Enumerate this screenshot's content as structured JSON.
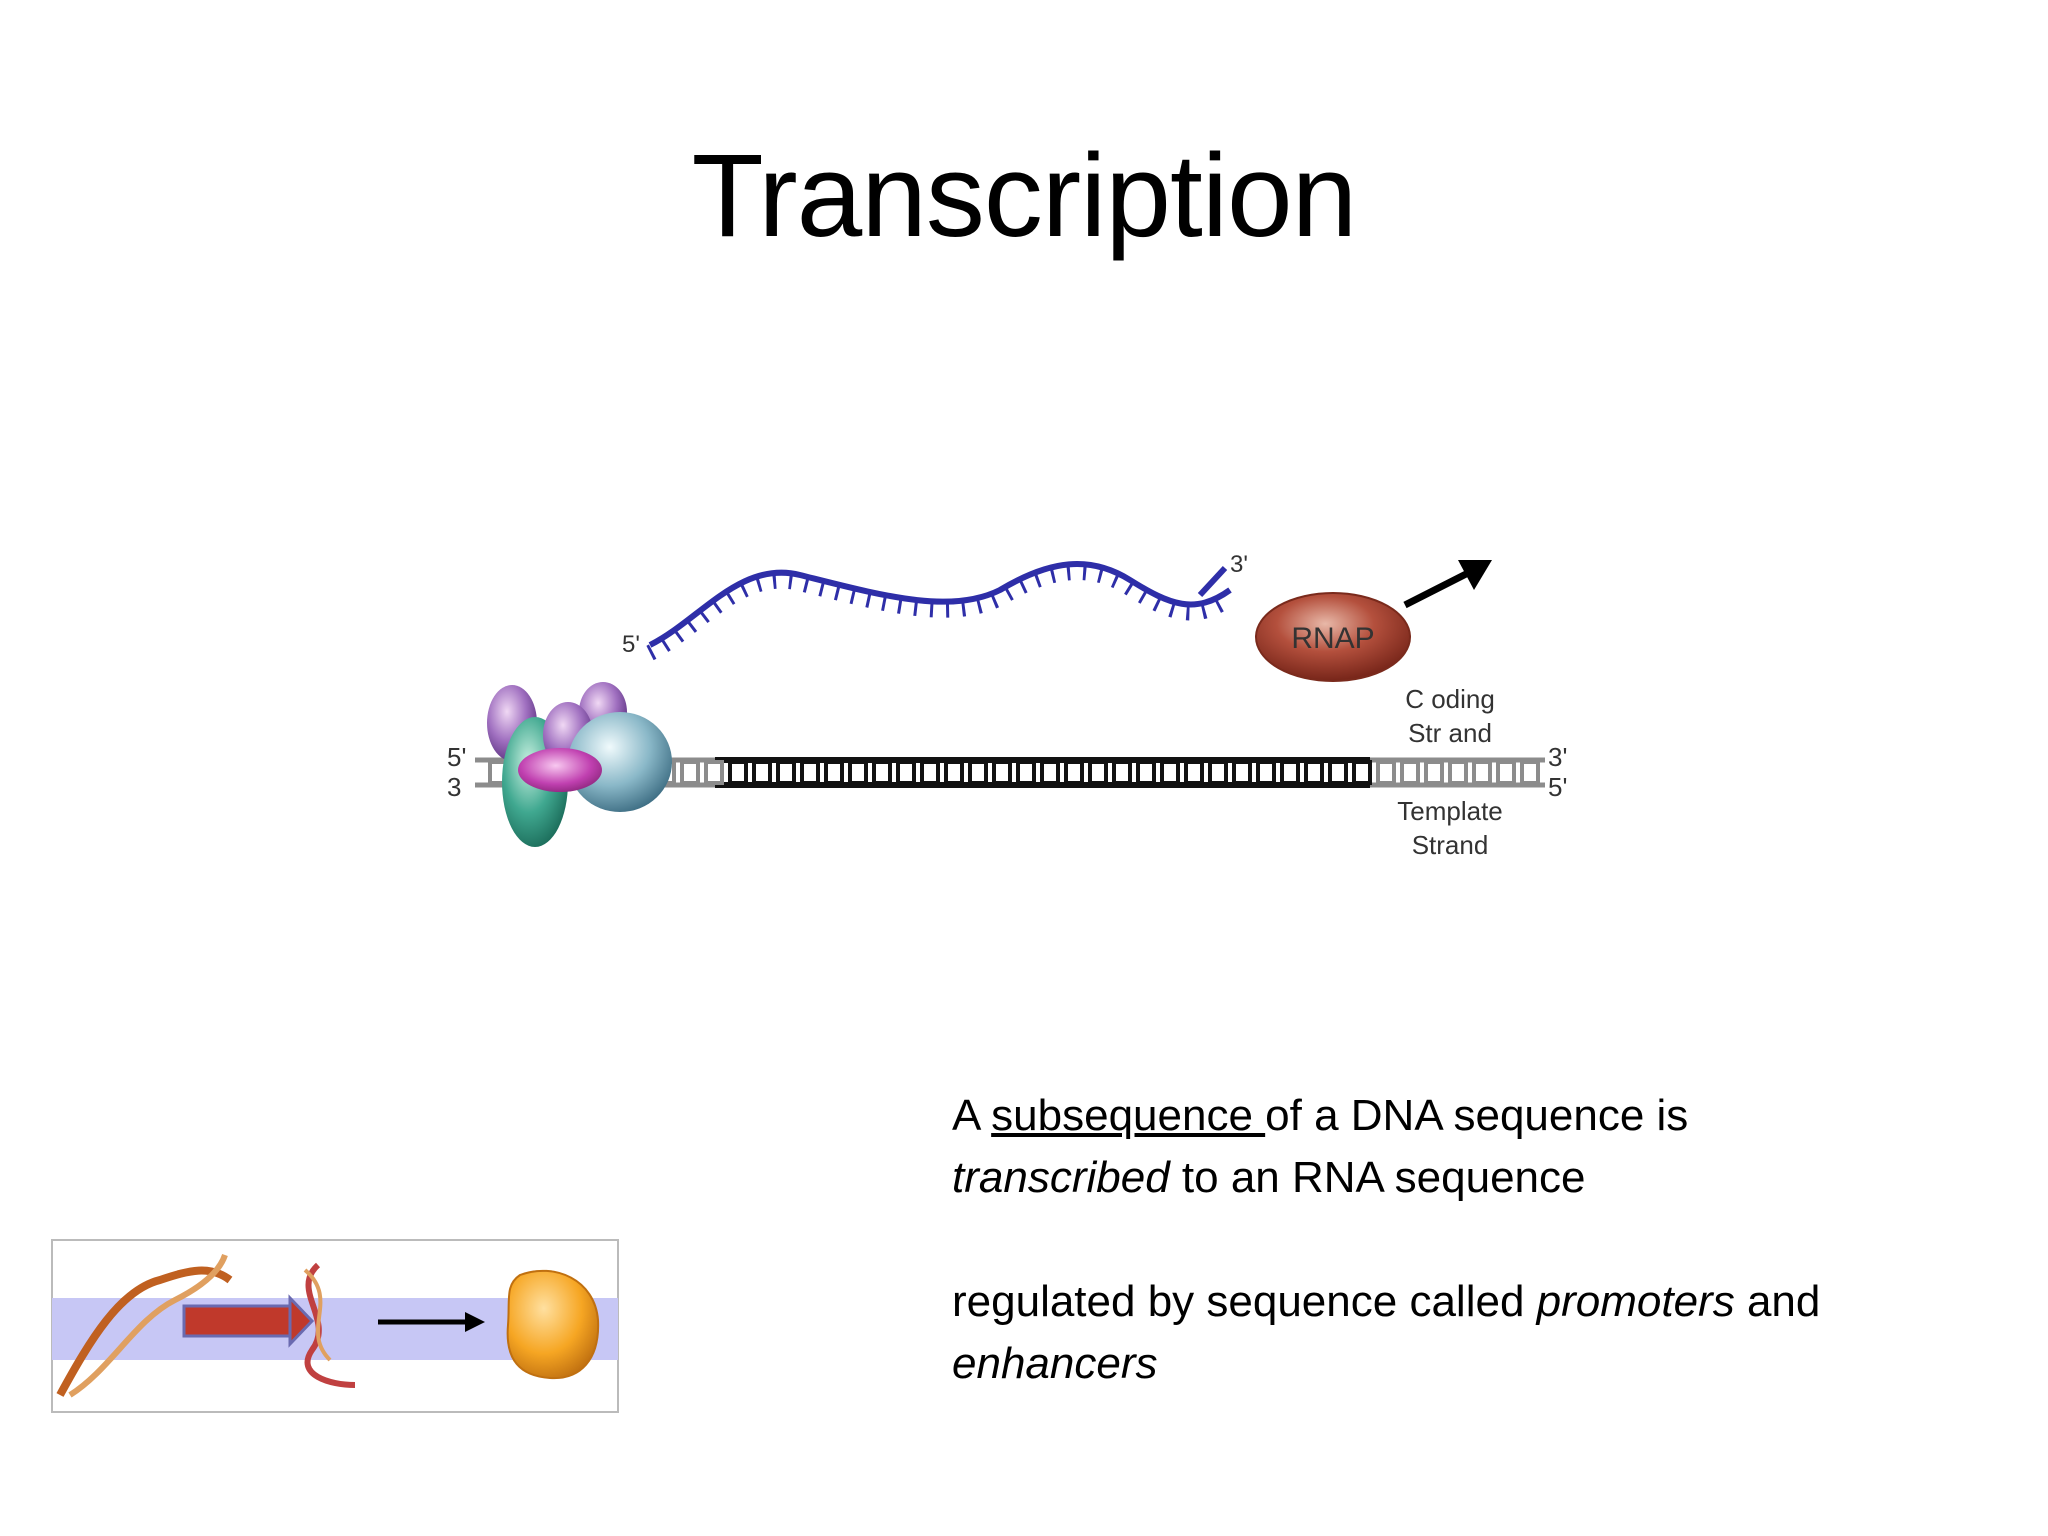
{
  "title": "Transcription",
  "diagram": {
    "rna_label_5": "5'",
    "rna_label_3": "3'",
    "enzyme_label": "RNAP",
    "coding_strand_line1": "C oding",
    "coding_strand_line2": "Str and",
    "template_strand_line1": "Template",
    "template_strand_line2": "Strand",
    "dna_left_top": "5'",
    "dna_left_bottom": "3",
    "dna_right_top": "3'",
    "dna_right_bottom": "5'"
  },
  "caption": {
    "line1_a": "A ",
    "line1_u": "subsequence ",
    "line1_b": "of a DNA sequence is",
    "line2_i": "transcribed",
    "line2_b": " to an RNA sequence",
    "line3_a": " regulated by sequence called ",
    "line3_i": "promoters",
    "line3_b": " and",
    "line4_i": "enhancers"
  },
  "colors": {
    "rna": "#2e2ea8",
    "rnap": "#a33a2a",
    "dna_dark": "#111111",
    "dna_light": "#8c8c8c",
    "band": "#c7c7f5",
    "arrow_red": "#c0392b",
    "ribosome": "#f6a623"
  },
  "icons": [
    "arrow-icon",
    "dna-helix-icon",
    "protein-icon"
  ]
}
